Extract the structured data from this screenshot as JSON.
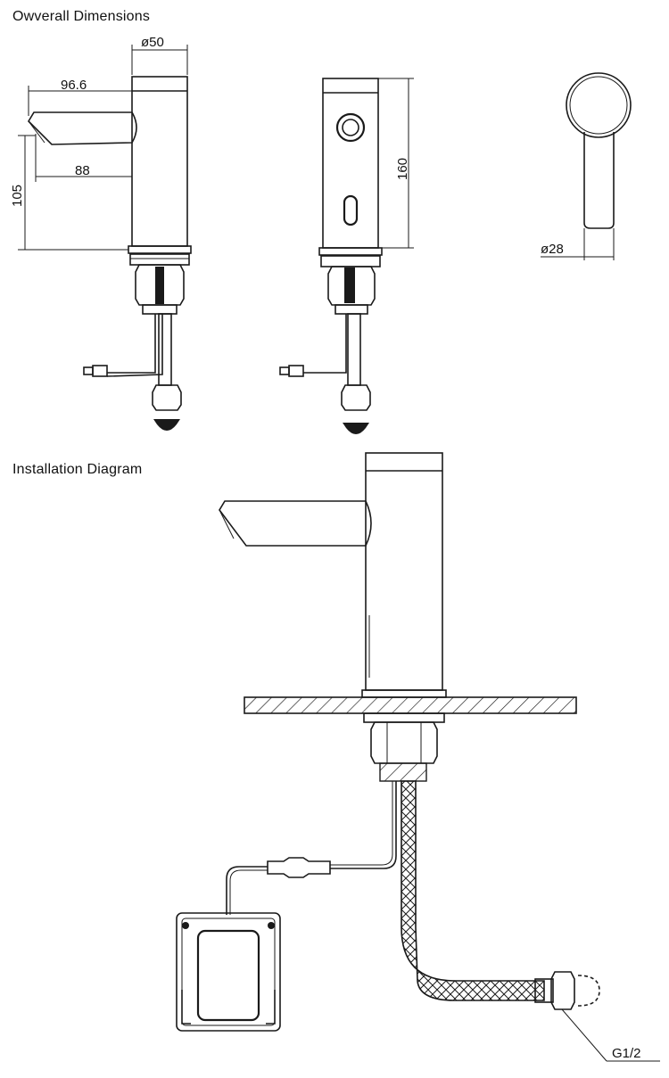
{
  "headings": {
    "overall": "Owverall Dimensions",
    "installation": "Installation Diagram"
  },
  "dimensions": {
    "diameter_body": "ø50",
    "spout_length": "96.6",
    "spout_inner": "88",
    "spout_height": "105",
    "body_height": "160",
    "diameter_spout": "ø28"
  },
  "callouts": {
    "thread": "G1/2"
  }
}
